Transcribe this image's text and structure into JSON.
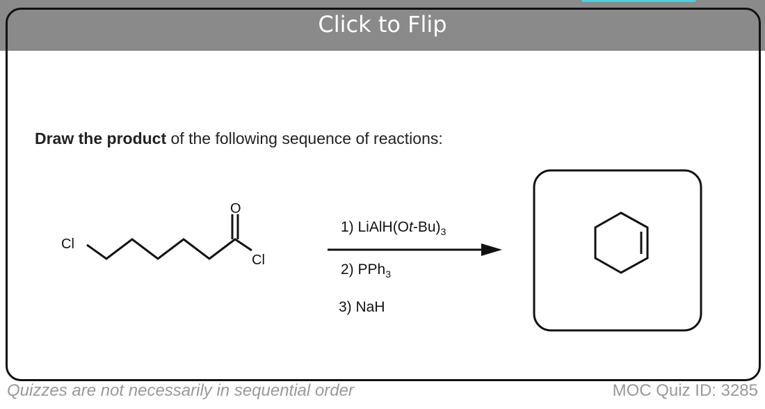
{
  "header": {
    "flip_label": "Click to Flip"
  },
  "question": {
    "bold": "Draw the product",
    "rest": " of the following sequence of reactions:"
  },
  "reactant": {
    "atom_cl_left": "Cl",
    "atom_o": "O",
    "atom_cl_right": "Cl"
  },
  "reagents": {
    "step1_prefix": "1) LiAlH(O",
    "step1_italic": "t",
    "step1_suffix": "-Bu)",
    "step1_sub": "3",
    "step2_prefix": "2) PPh",
    "step2_sub": "3",
    "step3": "3) NaH"
  },
  "footer": {
    "note": "Quizzes are not necessarily in sequential order",
    "quiz_id": "MOC Quiz ID: 3285"
  }
}
